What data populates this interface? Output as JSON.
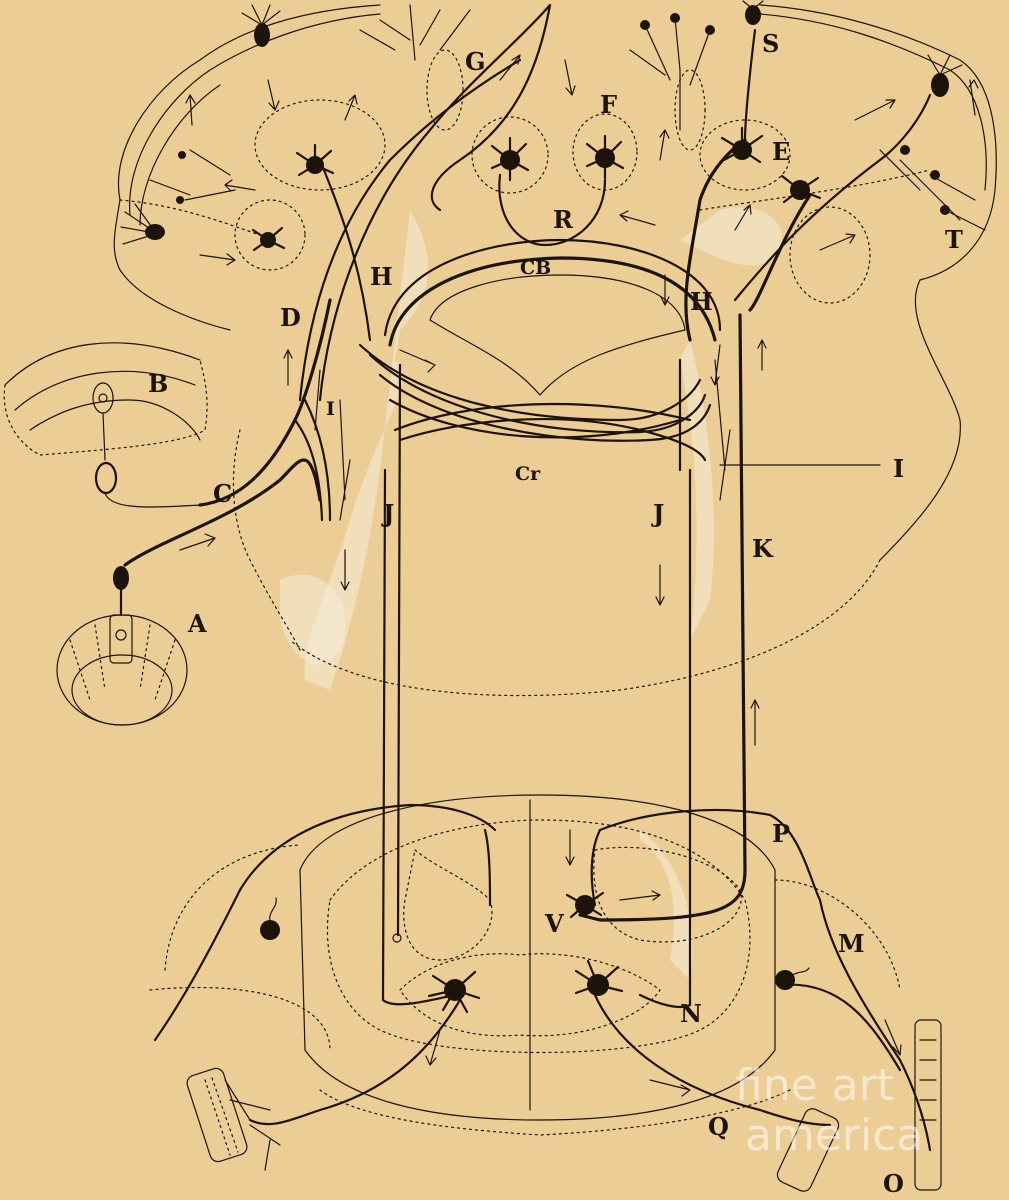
{
  "labels": {
    "A": "A",
    "B": "B",
    "C": "C",
    "D": "D",
    "E": "E",
    "F": "F",
    "G": "G",
    "H_left": "H",
    "H_right": "H",
    "I_left": "I",
    "I_right": "I",
    "J_left": "J",
    "J_right": "J",
    "K": "K",
    "M": "M",
    "N": "N",
    "O": "O",
    "P": "P",
    "Q": "Q",
    "R": "R",
    "CB": "CB",
    "Cr": "Cr",
    "S": "S",
    "T": "T",
    "V": "V"
  },
  "watermark": {
    "line1": "fine art",
    "line2": "america"
  },
  "colors": {
    "paper": "#eccd95",
    "ink": "#1c140c",
    "chalk": "#f6ecd8"
  }
}
